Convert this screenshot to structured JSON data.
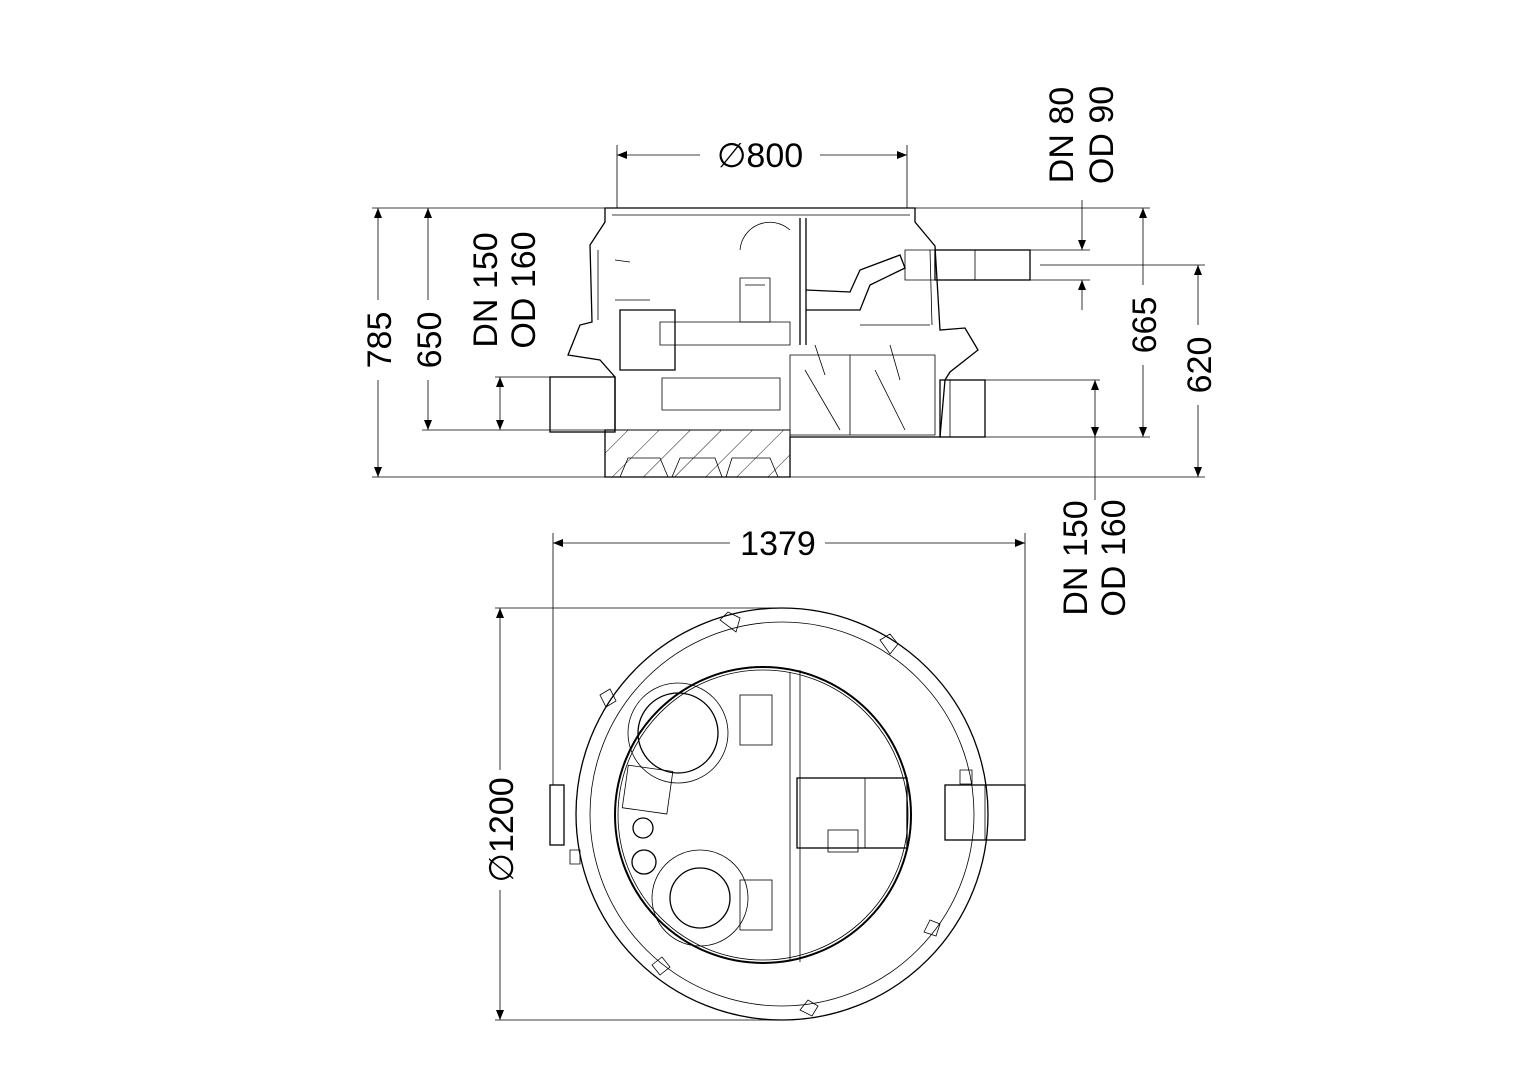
{
  "drawing": {
    "side_view": {
      "diameter_top": "∅800",
      "height_total": "785",
      "height_inlet_top": "650",
      "height_outlet_top": "665",
      "height_outlet_pressure": "620",
      "inlet_left": {
        "dn": "DN 150",
        "od": "OD 160"
      },
      "pressure_outlet": {
        "dn": "DN 80",
        "od": "OD 90"
      },
      "inlet_right": {
        "dn": "DN 150",
        "od": "OD 160"
      }
    },
    "plan_view": {
      "width_total": "1379",
      "diameter_outer": "∅1200"
    },
    "colors": {
      "line": "#000000",
      "background": "#ffffff"
    }
  }
}
